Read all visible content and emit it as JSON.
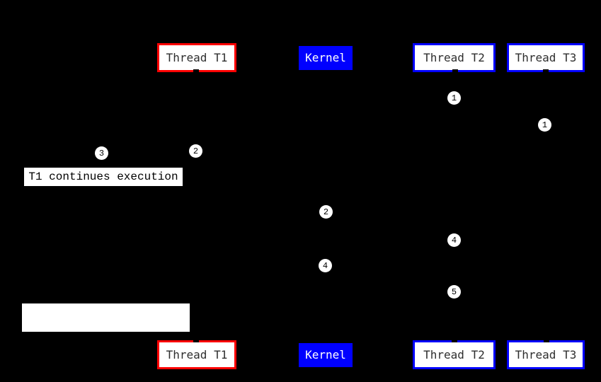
{
  "actors": {
    "thread_t1": "Thread T1",
    "kernel": "Kernel",
    "thread_t2": "Thread T2",
    "thread_t3": "Thread T3"
  },
  "notes": {
    "t1_continues": "T1 continues execution",
    "empty_note": ""
  },
  "markers": {
    "t2_step1": "1",
    "t3_step1": "1",
    "t1_step2": "2",
    "note_step3": "3",
    "kernel_step2": "2",
    "t2_step4": "4",
    "kernel_step4": "4",
    "t2_step5": "5"
  },
  "colors": {
    "background": "#000000",
    "thread_t1_border": "#ff0000",
    "thread_t2_border": "#0000ff",
    "thread_t3_border": "#0000ff",
    "kernel_fill": "#0000ff",
    "kernel_text": "#ffffff",
    "box_fill": "#ffffff",
    "label_text": "#2e2e2e"
  }
}
